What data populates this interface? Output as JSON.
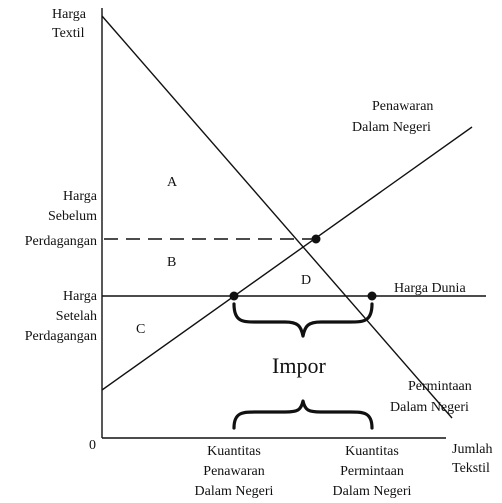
{
  "axes": {
    "y_label": [
      "Harga",
      "Textil"
    ],
    "x_label": [
      "Jumlah",
      "Tekstil"
    ],
    "origin": "0"
  },
  "price_labels": {
    "before_trade": [
      "Harga",
      "Sebelum",
      "Perdagangan"
    ],
    "after_trade": [
      "Harga",
      "Setelah",
      "Perdagangan"
    ]
  },
  "curves": {
    "supply": [
      "Penawaran",
      "Dalam Negeri"
    ],
    "demand": [
      "Permintaan",
      "Dalam Negeri"
    ],
    "world_price": "Harga Dunia"
  },
  "areas": {
    "a": "A",
    "b": "B",
    "c": "C",
    "d": "D"
  },
  "imports_label": "Impor",
  "quantity_labels": {
    "domestic_supply": [
      "Kuantitas",
      "Penawaran",
      "Dalam Negeri"
    ],
    "domestic_demand": [
      "Kuantitas",
      "Permintaan",
      "Dalam Negeri"
    ]
  }
}
